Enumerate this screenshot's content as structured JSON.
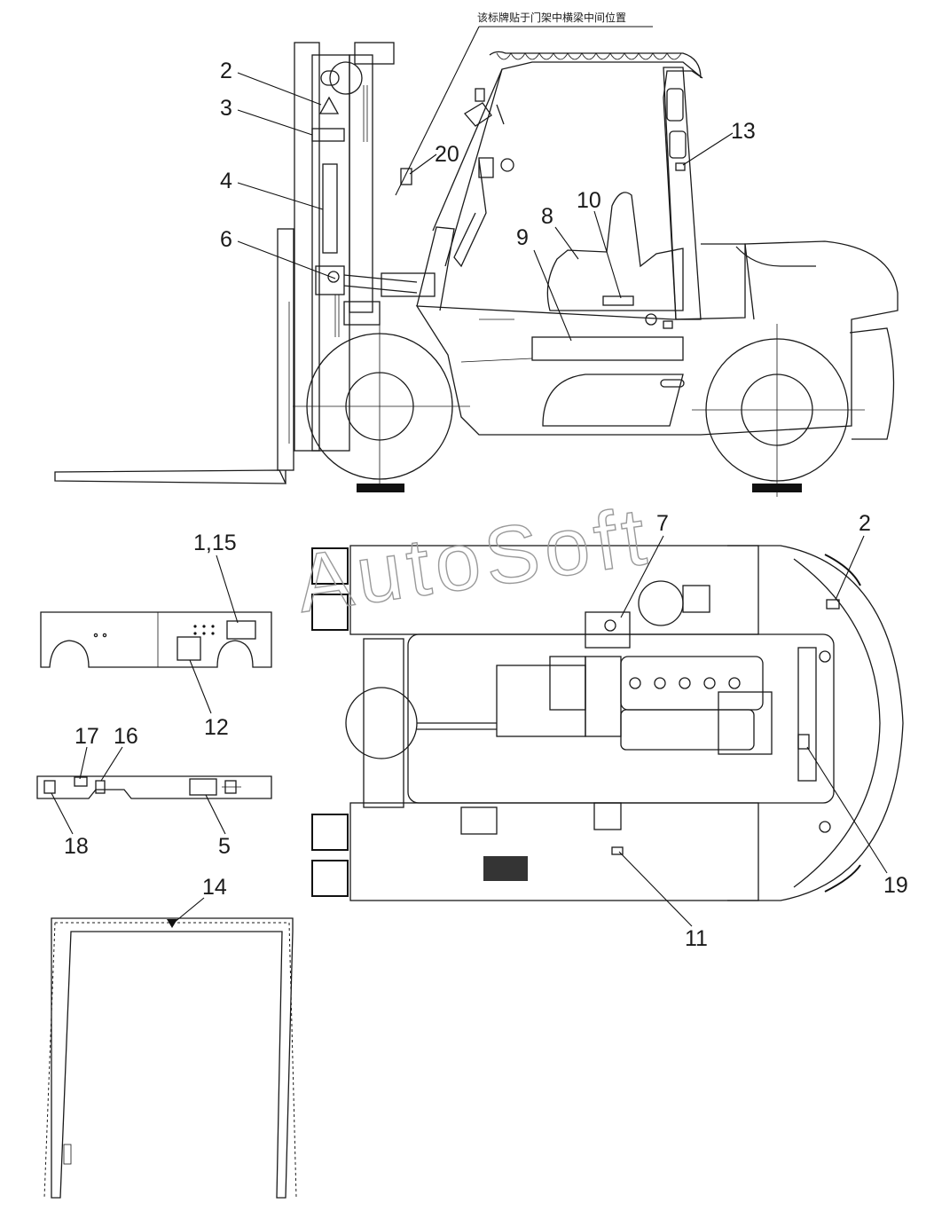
{
  "note": "该标牌贴于门架中横梁中间位置",
  "watermark": "AutoSoft",
  "callouts": [
    {
      "id": "c2a",
      "label": "2"
    },
    {
      "id": "c3",
      "label": "3"
    },
    {
      "id": "c4",
      "label": "4"
    },
    {
      "id": "c6",
      "label": "6"
    },
    {
      "id": "c20",
      "label": "20"
    },
    {
      "id": "c13",
      "label": "13"
    },
    {
      "id": "c10",
      "label": "10"
    },
    {
      "id": "c8",
      "label": "8"
    },
    {
      "id": "c9",
      "label": "9"
    },
    {
      "id": "c1_15",
      "label": "1,15"
    },
    {
      "id": "c12",
      "label": "12"
    },
    {
      "id": "c17",
      "label": "17"
    },
    {
      "id": "c16",
      "label": "16"
    },
    {
      "id": "c18",
      "label": "18"
    },
    {
      "id": "c5",
      "label": "5"
    },
    {
      "id": "c7",
      "label": "7"
    },
    {
      "id": "c2b",
      "label": "2"
    },
    {
      "id": "c19",
      "label": "19"
    },
    {
      "id": "c11",
      "label": "11"
    },
    {
      "id": "c14",
      "label": "14"
    }
  ]
}
